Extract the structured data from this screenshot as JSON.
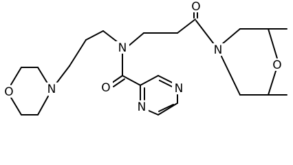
{
  "diagram": {
    "type": "chemical-structure",
    "colors": {
      "background": "#ffffff",
      "bond": "#000000",
      "label": "#000000"
    },
    "atom_labels": {
      "carbonyl_oxygen_top": "O",
      "amide_nitrogen": "N",
      "morpholine_nitrogen_right": "N",
      "morpholine_oxygen_right": "O",
      "amide_carbonyl_oxygen": "O",
      "morpholine_nitrogen_left": "N",
      "morpholine_oxygen_left": "O",
      "pyrazine_nitrogen_top": "N",
      "pyrazine_nitrogen_bottom": "N"
    }
  }
}
